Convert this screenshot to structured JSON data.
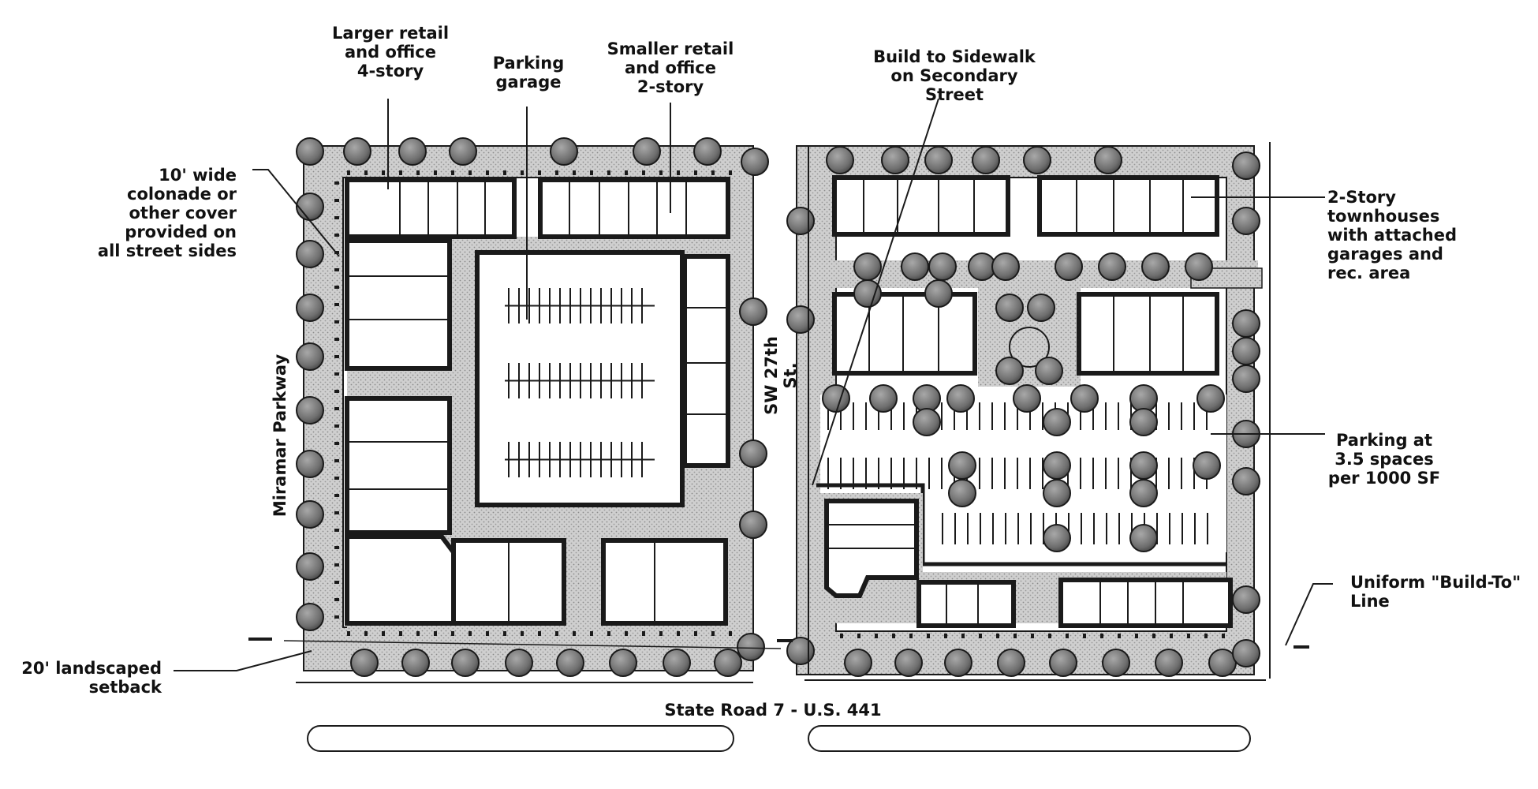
{
  "labels": {
    "larger_retail": "Larger retail\nand office\n4-story",
    "parking_garage": "Parking\ngarage",
    "smaller_retail": "Smaller retail\nand office\n2-story",
    "build_to_sidewalk": "Build to Sidewalk\non Secondary\nStreet",
    "colonnade": "10' wide\ncolonade or\nother cover\nprovided on\nall street sides",
    "townhouses": "2-Story\ntownhouses\nwith attached\ngarages and\nrec. area",
    "parking_ratio": "Parking at\n3.5 spaces\nper 1000 SF",
    "build_to_line": "Uniform \"Build-To\"\nLine",
    "setback": "20' landscaped\nsetback"
  },
  "streets": {
    "miramar": "Miramar Parkway",
    "sw27": "SW 27th St.",
    "state_road": "State Road 7 - U.S. 441"
  },
  "colors": {
    "ink": "#1a1a1a",
    "shade": "#c9c9c9",
    "tree": "#7a7a7a",
    "paper": "#ffffff"
  }
}
